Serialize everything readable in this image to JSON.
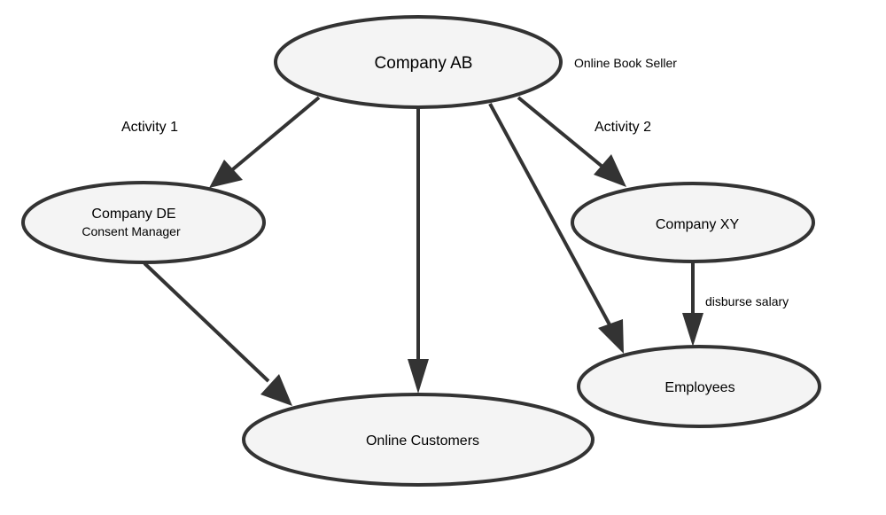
{
  "diagram": {
    "colors": {
      "node_fill": "#f4f4f4",
      "stroke": "#333333",
      "text": "#000000"
    },
    "nodes": [
      {
        "id": "ab",
        "title": "Company AB",
        "subtitle": ""
      },
      {
        "id": "de",
        "title": "Company DE",
        "subtitle": "Consent Manager"
      },
      {
        "id": "xy",
        "title": "Company XY",
        "subtitle": ""
      },
      {
        "id": "customers",
        "title": "Online Customers",
        "subtitle": ""
      },
      {
        "id": "employees",
        "title": "Employees",
        "subtitle": ""
      }
    ],
    "edges": [
      {
        "from": "ab",
        "to": "de",
        "label": "Activity 1"
      },
      {
        "from": "ab",
        "to": "customers",
        "label": ""
      },
      {
        "from": "ab",
        "to": "employees",
        "label": ""
      },
      {
        "from": "ab",
        "to": "xy",
        "label": "Activity 2"
      },
      {
        "from": "de",
        "to": "customers",
        "label": ""
      },
      {
        "from": "xy",
        "to": "employees",
        "label": "disburse salary"
      }
    ],
    "annotations": [
      {
        "text": "Online Book Seller",
        "attached_to": "ab"
      }
    ]
  }
}
